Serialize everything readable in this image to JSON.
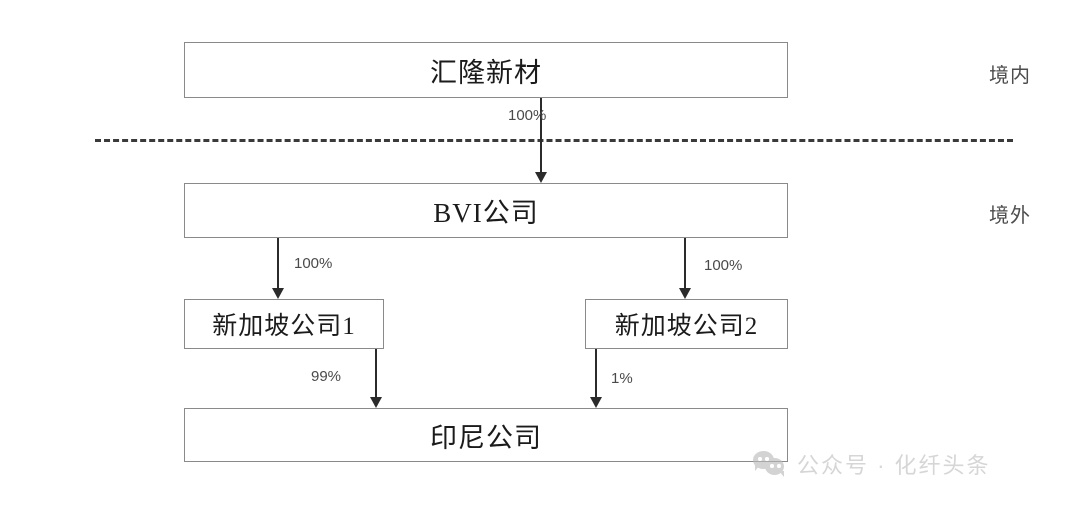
{
  "diagram": {
    "title": "",
    "nodes": {
      "parent": "汇隆新材",
      "bvi": "BVI公司",
      "singapore1": "新加坡公司1",
      "singapore2": "新加坡公司2",
      "indonesia": "印尼公司"
    },
    "edges": {
      "parent_to_bvi": "100%",
      "bvi_to_singapore1": "100%",
      "bvi_to_singapore2": "100%",
      "singapore1_to_indonesia": "99%",
      "singapore2_to_indonesia": "1%"
    },
    "regions": {
      "domestic": "境内",
      "overseas": "境外"
    },
    "colors": {
      "box_border": "#8a8a8a",
      "line": "#2b2b2b",
      "text": "#1b1b1b",
      "label": "#4a4a4a",
      "divider": "#3a3a3a",
      "watermark": "#bdbdbd"
    }
  },
  "watermark": {
    "icon": "wechat-icon",
    "text": "公众号 · 化纤头条"
  }
}
